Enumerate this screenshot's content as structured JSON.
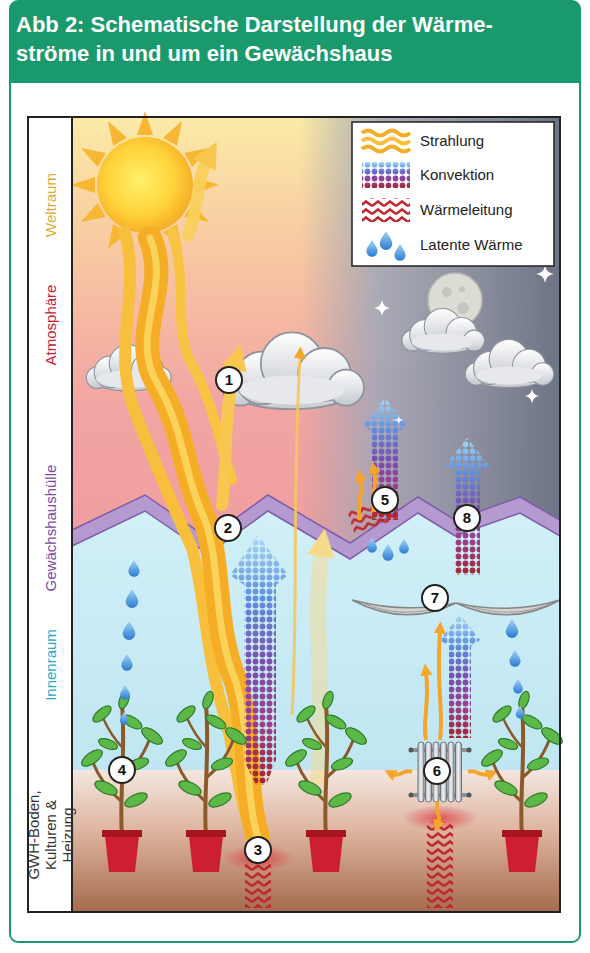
{
  "diagram": {
    "title": "Abb 2: Schematische Darstellung der Wärme- ströme in und um ein Gewächshaus",
    "labels": [
      "Weltraum",
      "Atmosphäre",
      "Gewächshaushülle",
      "Innenraum",
      "GWH-Boden, Kulturen & Heizung",
      "1",
      "2",
      "3",
      "4",
      "5",
      "6",
      "7",
      "8"
    ],
    "legend": [
      {
        "text": "Strahlung"
      },
      {
        "text": "Konvektion"
      },
      {
        "text": "Wärmeleitung"
      },
      {
        "text": "Latente Wärme"
      }
    ]
  }
}
